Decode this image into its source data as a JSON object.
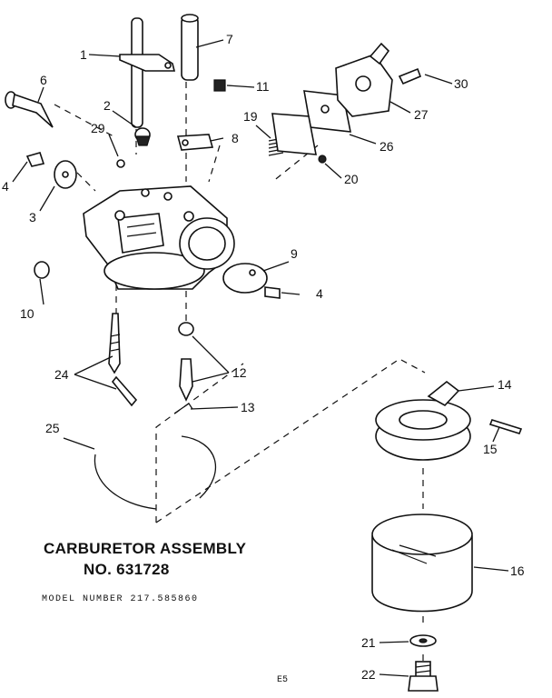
{
  "title": {
    "line1": "CARBURETOR ASSEMBLY",
    "line2": "NO. 631728"
  },
  "model_line": "MODEL NUMBER 217.585860",
  "page_code": "E5",
  "callouts": {
    "c1": "1",
    "c2": "2",
    "c3": "3",
    "c4a": "4",
    "c4b": "4",
    "c6": "6",
    "c7": "7",
    "c8": "8",
    "c9": "9",
    "c10": "10",
    "c11": "11",
    "c12": "12",
    "c13": "13",
    "c14": "14",
    "c15": "15",
    "c16": "16",
    "c19": "19",
    "c20": "20",
    "c21": "21",
    "c22": "22",
    "c24": "24",
    "c25": "25",
    "c26": "26",
    "c27": "27",
    "c29": "29",
    "c30": "30"
  }
}
